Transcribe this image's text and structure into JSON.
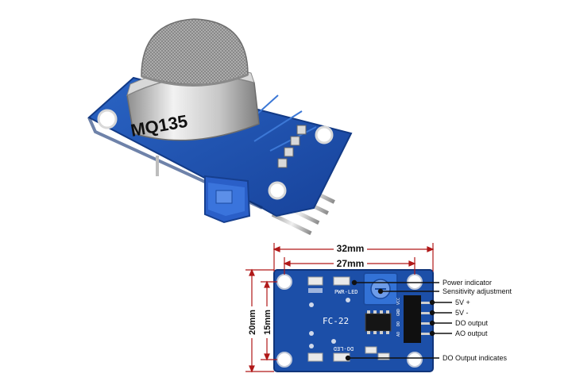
{
  "photo": {
    "sensor_marking": "MQ135"
  },
  "board": {
    "silkscreen": {
      "model": "FC-22",
      "pwr_led": "PWR-LED",
      "do_led": "DO-LED",
      "pins": [
        "VCC",
        "GND",
        "DO",
        "AO"
      ]
    }
  },
  "dimensions": {
    "width_outer": "32mm",
    "width_holes": "27mm",
    "height_outer": "20mm",
    "height_holes": "15mm"
  },
  "callouts": {
    "power_indicator": "Power indicator",
    "sensitivity": "Sensitivity adjustment",
    "vcc": "5V +",
    "gnd": "5V -",
    "do": "DO output",
    "ao": "AO output",
    "do_indicates": "DO Output indicates"
  },
  "colors": {
    "pcb_blue": "#1c4fa8",
    "dimension_red": "#b01818",
    "callout_black": "#111111",
    "mesh_silver": "#a9a9a9"
  }
}
